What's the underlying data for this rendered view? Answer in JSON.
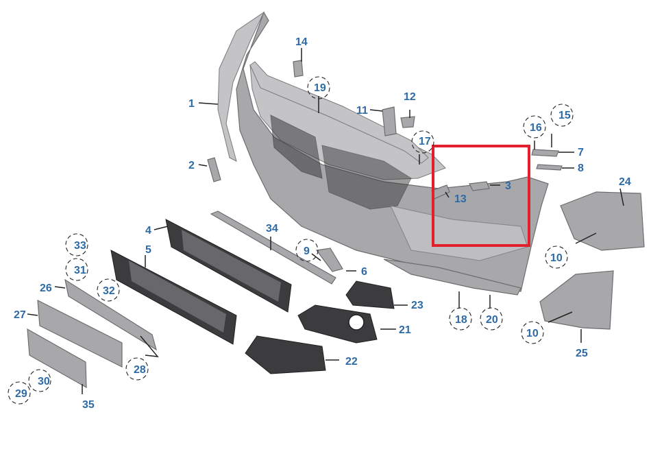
{
  "callouts": [
    {
      "id": "c1",
      "label": "1"
    },
    {
      "id": "c2",
      "label": "2"
    },
    {
      "id": "c3",
      "label": "3"
    },
    {
      "id": "c4",
      "label": "4"
    },
    {
      "id": "c5",
      "label": "5"
    },
    {
      "id": "c6",
      "label": "6"
    },
    {
      "id": "c7",
      "label": "7"
    },
    {
      "id": "c8",
      "label": "8"
    },
    {
      "id": "c9",
      "label": "9"
    },
    {
      "id": "c10a",
      "label": "10"
    },
    {
      "id": "c10b",
      "label": "10"
    },
    {
      "id": "c11",
      "label": "11"
    },
    {
      "id": "c12",
      "label": "12"
    },
    {
      "id": "c13",
      "label": "13"
    },
    {
      "id": "c14",
      "label": "14"
    },
    {
      "id": "c15",
      "label": "15"
    },
    {
      "id": "c16",
      "label": "16"
    },
    {
      "id": "c17",
      "label": "17"
    },
    {
      "id": "c18",
      "label": "18"
    },
    {
      "id": "c19",
      "label": "19"
    },
    {
      "id": "c20",
      "label": "20"
    },
    {
      "id": "c21",
      "label": "21"
    },
    {
      "id": "c22",
      "label": "22"
    },
    {
      "id": "c23",
      "label": "23"
    },
    {
      "id": "c24",
      "label": "24"
    },
    {
      "id": "c25",
      "label": "25"
    },
    {
      "id": "c26",
      "label": "26"
    },
    {
      "id": "c27",
      "label": "27"
    },
    {
      "id": "c28",
      "label": "28"
    },
    {
      "id": "c29",
      "label": "29"
    },
    {
      "id": "c30",
      "label": "30"
    },
    {
      "id": "c31",
      "label": "31"
    },
    {
      "id": "c32",
      "label": "32"
    },
    {
      "id": "c33",
      "label": "33"
    },
    {
      "id": "c34",
      "label": "34"
    },
    {
      "id": "c35",
      "label": "35"
    }
  ],
  "colors": {
    "callout_text": "#2e6aa6",
    "highlight_box": "#e0202a",
    "part_gray": "#a8a8aa",
    "part_dark": "#3c3c3e"
  },
  "highlighted_part": "3"
}
